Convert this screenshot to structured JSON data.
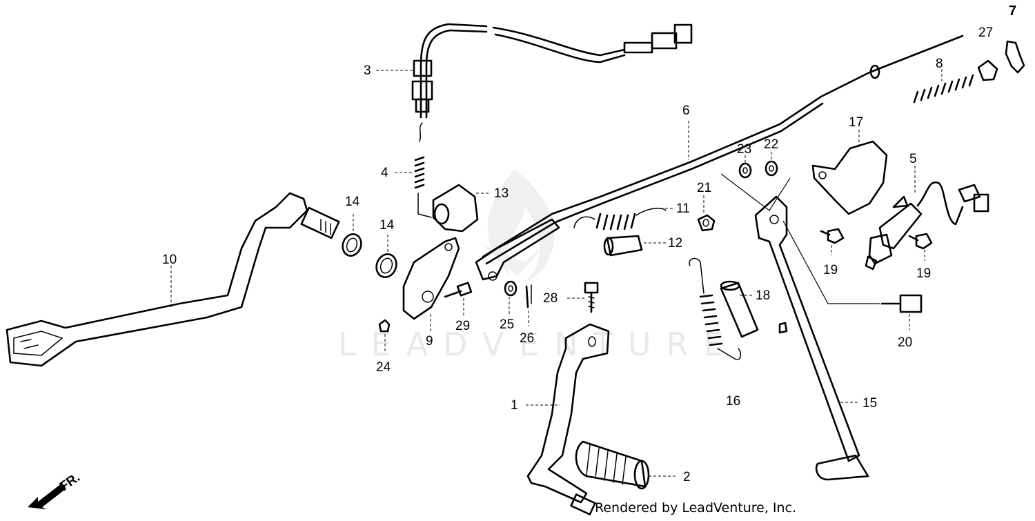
{
  "watermark": "LEADVENTURE",
  "credit": "Rendered by LeadVenture, Inc.",
  "front_marker": "FR.",
  "callouts": {
    "c1": "1",
    "c2": "2",
    "c3": "3",
    "c4": "4",
    "c5": "5",
    "c6": "6",
    "c7": "7",
    "c8": "8",
    "c9": "9",
    "c10": "10",
    "c11": "11",
    "c12": "12",
    "c13": "13",
    "c14a": "14",
    "c14b": "14",
    "c15": "15",
    "c16": "16",
    "c17": "17",
    "c18": "18",
    "c19a": "19",
    "c19b": "19",
    "c20": "20",
    "c21": "21",
    "c22": "22",
    "c23": "23",
    "c24": "24",
    "c25": "25",
    "c26": "26",
    "c27": "27",
    "c28": "28",
    "c29": "29"
  }
}
